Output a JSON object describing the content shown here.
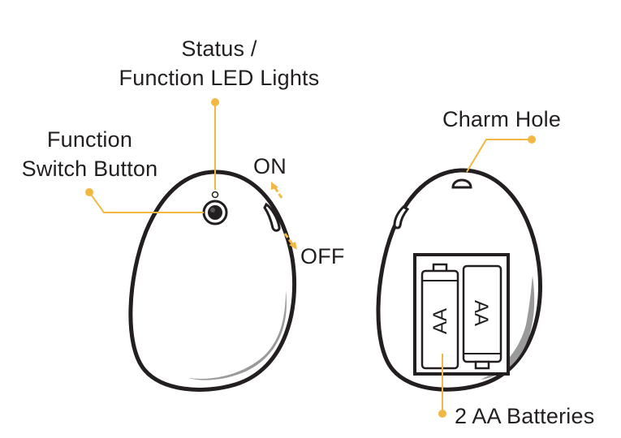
{
  "labels": {
    "status_line1": "Status /",
    "status_line2": "Function LED Lights",
    "function_line1": "Function",
    "function_line2": "Switch Button",
    "on": "ON",
    "off": "OFF",
    "charm_hole": "Charm Hole",
    "batteries": "2 AA Batteries",
    "battery_text": "AA"
  },
  "colors": {
    "outline": "#231f20",
    "accent": "#f2b844",
    "shadow": "#9a9a9a"
  }
}
